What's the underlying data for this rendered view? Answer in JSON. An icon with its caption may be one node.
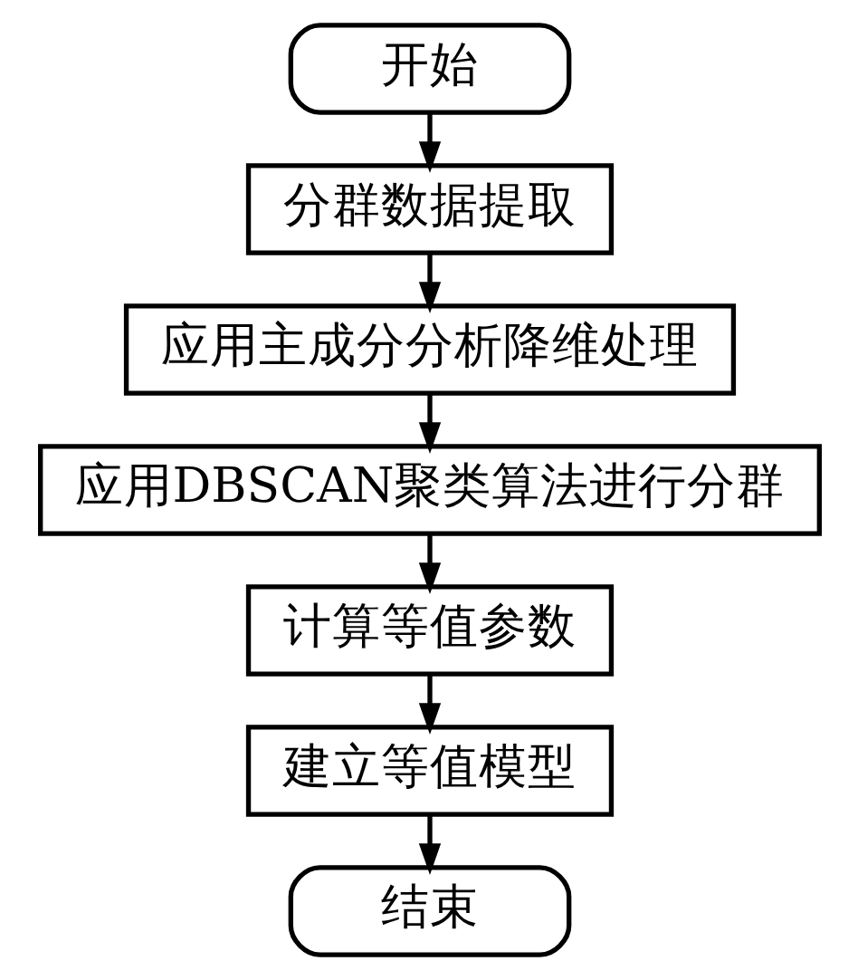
{
  "diagram": {
    "nodes": [
      {
        "text": [
          "开始"
        ]
      },
      {
        "text": [
          "分群数据提取"
        ]
      },
      {
        "text": [
          "应用主成分分析降维处理"
        ]
      },
      {
        "text": [
          "应用DBSCAN聚类算法进行分群"
        ]
      },
      {
        "text": [
          "计算等值参数"
        ]
      },
      {
        "text": [
          "建立等值模型"
        ]
      },
      {
        "text": [
          "结束"
        ]
      }
    ],
    "edges": [
      {
        "from": 0,
        "to": 1,
        "arrow": "to"
      },
      {
        "from": 1,
        "to": 2,
        "arrow": "to"
      },
      {
        "from": 2,
        "to": 3,
        "arrow": "to"
      },
      {
        "from": 3,
        "to": 4,
        "arrow": "to"
      },
      {
        "from": 4,
        "to": 5,
        "arrow": "to"
      },
      {
        "from": 5,
        "to": 6,
        "arrow": "to"
      }
    ]
  }
}
